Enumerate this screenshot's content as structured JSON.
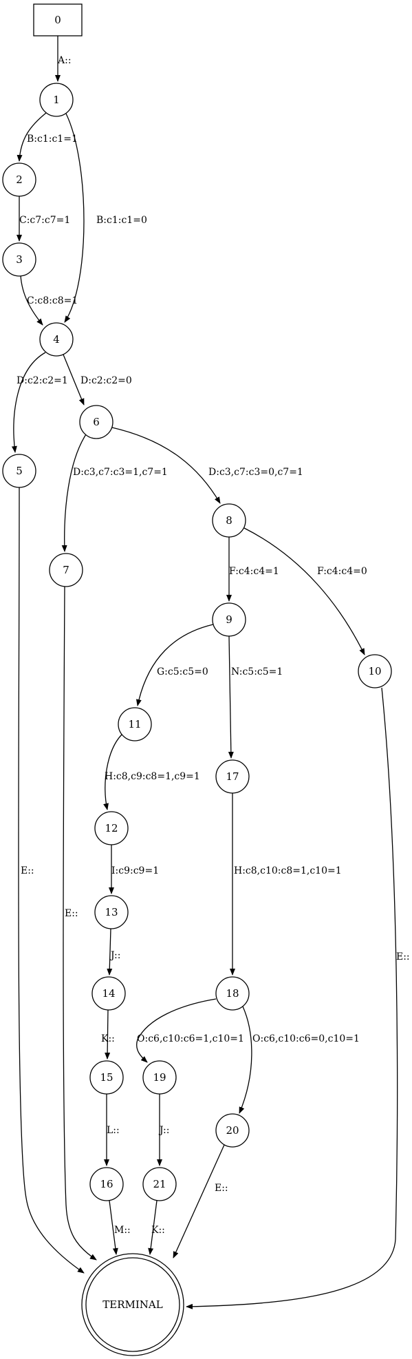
{
  "diagram": {
    "nodes": [
      {
        "id": "0",
        "label": "0",
        "shape": "box"
      },
      {
        "id": "1",
        "label": "1",
        "shape": "circle"
      },
      {
        "id": "2",
        "label": "2",
        "shape": "circle"
      },
      {
        "id": "3",
        "label": "3",
        "shape": "circle"
      },
      {
        "id": "4",
        "label": "4",
        "shape": "circle"
      },
      {
        "id": "5",
        "label": "5",
        "shape": "circle"
      },
      {
        "id": "6",
        "label": "6",
        "shape": "circle"
      },
      {
        "id": "7",
        "label": "7",
        "shape": "circle"
      },
      {
        "id": "8",
        "label": "8",
        "shape": "circle"
      },
      {
        "id": "9",
        "label": "9",
        "shape": "circle"
      },
      {
        "id": "10",
        "label": "10",
        "shape": "circle"
      },
      {
        "id": "11",
        "label": "11",
        "shape": "circle"
      },
      {
        "id": "12",
        "label": "12",
        "shape": "circle"
      },
      {
        "id": "13",
        "label": "13",
        "shape": "circle"
      },
      {
        "id": "14",
        "label": "14",
        "shape": "circle"
      },
      {
        "id": "15",
        "label": "15",
        "shape": "circle"
      },
      {
        "id": "16",
        "label": "16",
        "shape": "circle"
      },
      {
        "id": "17",
        "label": "17",
        "shape": "circle"
      },
      {
        "id": "18",
        "label": "18",
        "shape": "circle"
      },
      {
        "id": "19",
        "label": "19",
        "shape": "circle"
      },
      {
        "id": "20",
        "label": "20",
        "shape": "circle"
      },
      {
        "id": "21",
        "label": "21",
        "shape": "circle"
      },
      {
        "id": "TERMINAL",
        "label": "TERMINAL",
        "shape": "doublecircle"
      }
    ],
    "edges": [
      {
        "id": "e-0-1",
        "from": "0",
        "to": "1",
        "label": "A::"
      },
      {
        "id": "e-1-2",
        "from": "1",
        "to": "2",
        "label": "B:c1:c1=1"
      },
      {
        "id": "e-1-4",
        "from": "1",
        "to": "4",
        "label": "B:c1:c1=0"
      },
      {
        "id": "e-2-3",
        "from": "2",
        "to": "3",
        "label": "C:c7:c7=1"
      },
      {
        "id": "e-3-4",
        "from": "3",
        "to": "4",
        "label": "C:c8:c8=1"
      },
      {
        "id": "e-4-5",
        "from": "4",
        "to": "5",
        "label": "D:c2:c2=1"
      },
      {
        "id": "e-4-6",
        "from": "4",
        "to": "6",
        "label": "D:c2:c2=0"
      },
      {
        "id": "e-6-7",
        "from": "6",
        "to": "7",
        "label": "D:c3,c7:c3=1,c7=1"
      },
      {
        "id": "e-6-8",
        "from": "6",
        "to": "8",
        "label": "D:c3,c7:c3=0,c7=1"
      },
      {
        "id": "e-8-9",
        "from": "8",
        "to": "9",
        "label": "F:c4:c4=1"
      },
      {
        "id": "e-8-10",
        "from": "8",
        "to": "10",
        "label": "F:c4:c4=0"
      },
      {
        "id": "e-9-11",
        "from": "9",
        "to": "11",
        "label": "G:c5:c5=0"
      },
      {
        "id": "e-9-17",
        "from": "9",
        "to": "17",
        "label": "N:c5:c5=1"
      },
      {
        "id": "e-11-12",
        "from": "11",
        "to": "12",
        "label": "H:c8,c9:c8=1,c9=1"
      },
      {
        "id": "e-12-13",
        "from": "12",
        "to": "13",
        "label": "I:c9:c9=1"
      },
      {
        "id": "e-13-14",
        "from": "13",
        "to": "14",
        "label": "J::"
      },
      {
        "id": "e-14-15",
        "from": "14",
        "to": "15",
        "label": "K::"
      },
      {
        "id": "e-15-16",
        "from": "15",
        "to": "16",
        "label": "L::"
      },
      {
        "id": "e-16-T",
        "from": "16",
        "to": "TERMINAL",
        "label": "M::"
      },
      {
        "id": "e-17-18",
        "from": "17",
        "to": "18",
        "label": "H:c8,c10:c8=1,c10=1"
      },
      {
        "id": "e-18-19",
        "from": "18",
        "to": "19",
        "label": "O:c6,c10:c6=1,c10=1"
      },
      {
        "id": "e-18-20",
        "from": "18",
        "to": "20",
        "label": "O:c6,c10:c6=0,c10=1"
      },
      {
        "id": "e-19-21",
        "from": "19",
        "to": "21",
        "label": "J::"
      },
      {
        "id": "e-21-T",
        "from": "21",
        "to": "TERMINAL",
        "label": "K::"
      },
      {
        "id": "e-20-T",
        "from": "20",
        "to": "TERMINAL",
        "label": "E::"
      },
      {
        "id": "e-5-T",
        "from": "5",
        "to": "TERMINAL",
        "label": "E::"
      },
      {
        "id": "e-7-T",
        "from": "7",
        "to": "TERMINAL",
        "label": "E::"
      },
      {
        "id": "e-10-T",
        "from": "10",
        "to": "TERMINAL",
        "label": "E::"
      }
    ]
  }
}
